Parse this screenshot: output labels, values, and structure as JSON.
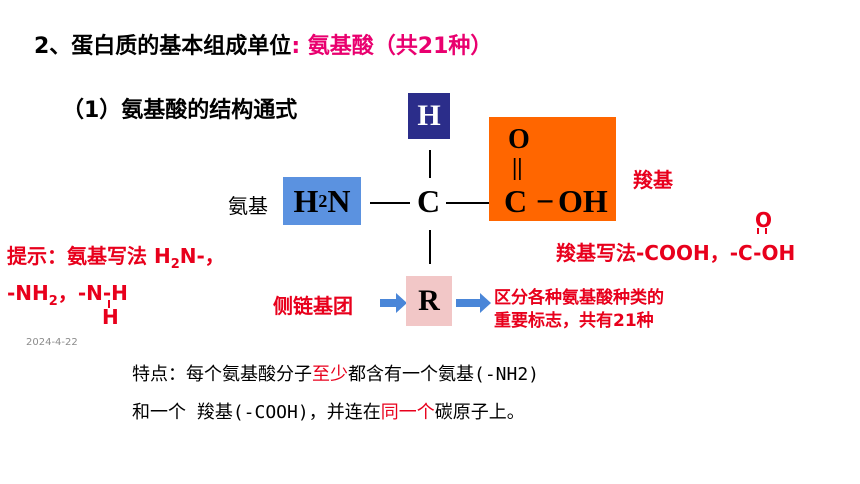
{
  "title": {
    "prefix": "2、蛋白质的基本组成单位",
    "colon": ":",
    "highlight": " 氨基酸（共21种）"
  },
  "subtitle": "（1）氨基酸的结构通式",
  "structure": {
    "h_atom": "H",
    "amino_h": "H",
    "amino_sub": "2",
    "amino_n": "N",
    "amino_label": "氨基",
    "central_c": "C",
    "carboxyl_o": "O",
    "carboxyl_double_bond": "||",
    "carboxyl_c": "C",
    "carboxyl_bond": "−",
    "carboxyl_oh": "OH",
    "carboxyl_label": "羧基",
    "r_group": "R",
    "side_chain_label": "侧链基团"
  },
  "hint": {
    "line1_prefix": "提示：氨基写法 H",
    "line1_sub": "2",
    "line1_suffix": "N-，",
    "line2_prefix": "-NH",
    "line2_sub": "2",
    "line2_suffix": "，-N-H",
    "line3": "H"
  },
  "carboxyl_writing": {
    "text": "羧基写法-COOH，-C-OH",
    "o_symbol": "O"
  },
  "distinguish": {
    "line1": "区分各种氨基酸种类的",
    "line2": "重要标志，共有21种"
  },
  "date": "2024-4-22",
  "features": {
    "line1_a": "特点：每个氨基酸分子",
    "line1_highlight": "至少",
    "line1_b": "都含有一个氨基(-NH2)",
    "line2_a": "和一个 羧基(-COOH)，并连在",
    "line2_highlight": "同一个",
    "line2_b": "碳原子上。"
  },
  "colors": {
    "title_highlight": "#e9006f",
    "red_text": "#e8001c",
    "h_box": "#2b2d8a",
    "amino_box": "#5b92e0",
    "carboxyl_box": "#ff6600",
    "r_box": "#f2c7c7",
    "arrow": "#4a86d8"
  }
}
